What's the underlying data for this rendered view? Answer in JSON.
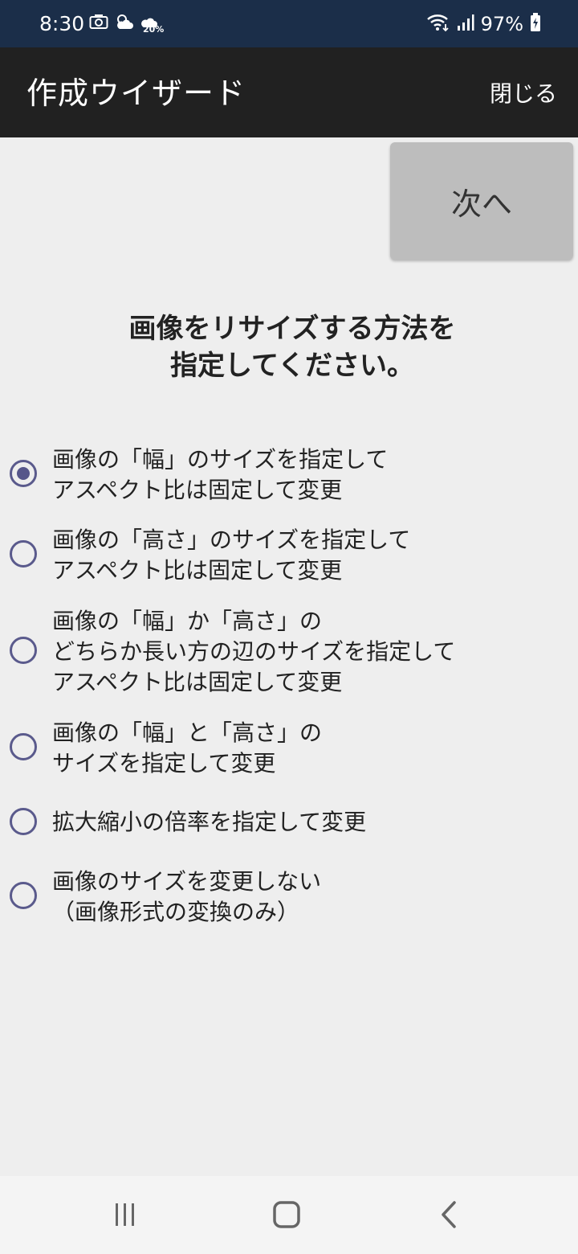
{
  "status_bar": {
    "time": "8:30",
    "weather_label": "20%",
    "battery_text": "97%",
    "icons": [
      "camera-icon",
      "weather-icon",
      "rain-icon",
      "wifi-icon",
      "signal-icon",
      "battery-charging-icon"
    ]
  },
  "app_bar": {
    "title": "作成ウイザード",
    "close_label": "閉じる"
  },
  "next_button": {
    "label": "次へ"
  },
  "heading": {
    "line1": "画像をリサイズする方法を",
    "line2": "指定してください。"
  },
  "options": [
    {
      "checked": true,
      "lines": [
        "画像の「幅」のサイズを指定して",
        "アスペクト比は固定して変更"
      ]
    },
    {
      "checked": false,
      "lines": [
        "画像の「高さ」のサイズを指定して",
        "アスペクト比は固定して変更"
      ]
    },
    {
      "checked": false,
      "lines": [
        "画像の「幅」か「高さ」の",
        "どちらか長い方の辺のサイズを指定して",
        "アスペクト比は固定して変更"
      ]
    },
    {
      "checked": false,
      "lines": [
        "画像の「幅」と「高さ」の",
        "サイズを指定して変更"
      ]
    },
    {
      "checked": false,
      "lines": [
        "拡大縮小の倍率を指定して変更"
      ]
    },
    {
      "checked": false,
      "lines": [
        "画像のサイズを変更しない",
        "（画像形式の変換のみ）"
      ]
    }
  ],
  "nav_bar": {
    "icons": [
      "recent-apps-icon",
      "home-icon",
      "back-icon"
    ]
  },
  "colors": {
    "status_bar_bg": "#1b2e49",
    "app_bar_bg": "#212121",
    "background": "#eeeeee",
    "next_button_bg": "#bdbdbd",
    "radio_accent": "#56568a"
  }
}
